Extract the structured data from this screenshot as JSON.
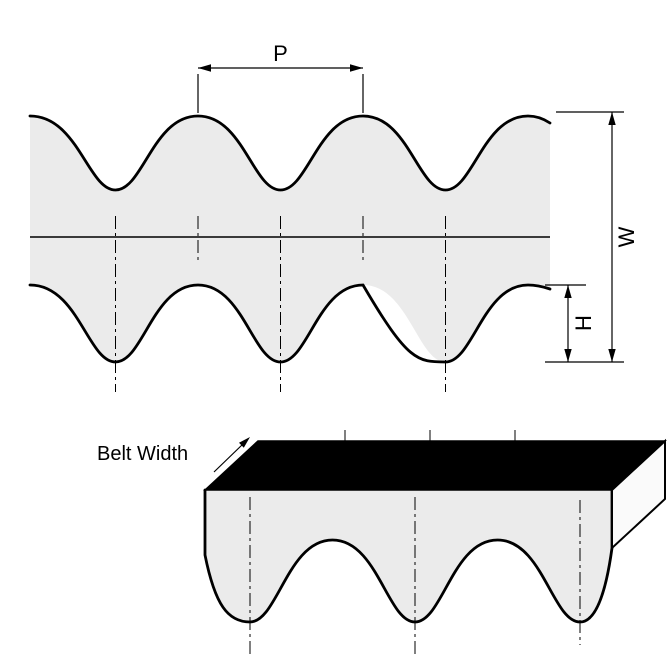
{
  "diagram": {
    "type": "timing-belt-profile-drawing",
    "dimensions": {
      "pitch_label": "P",
      "width_label": "W",
      "height_label": "H",
      "belt_width_label": "Belt Width"
    },
    "colors": {
      "belt_fill": "#ebebeb",
      "outline": "#000000",
      "top_surface": "#000000",
      "end_face": "#fafafa",
      "background": "#ffffff"
    }
  }
}
